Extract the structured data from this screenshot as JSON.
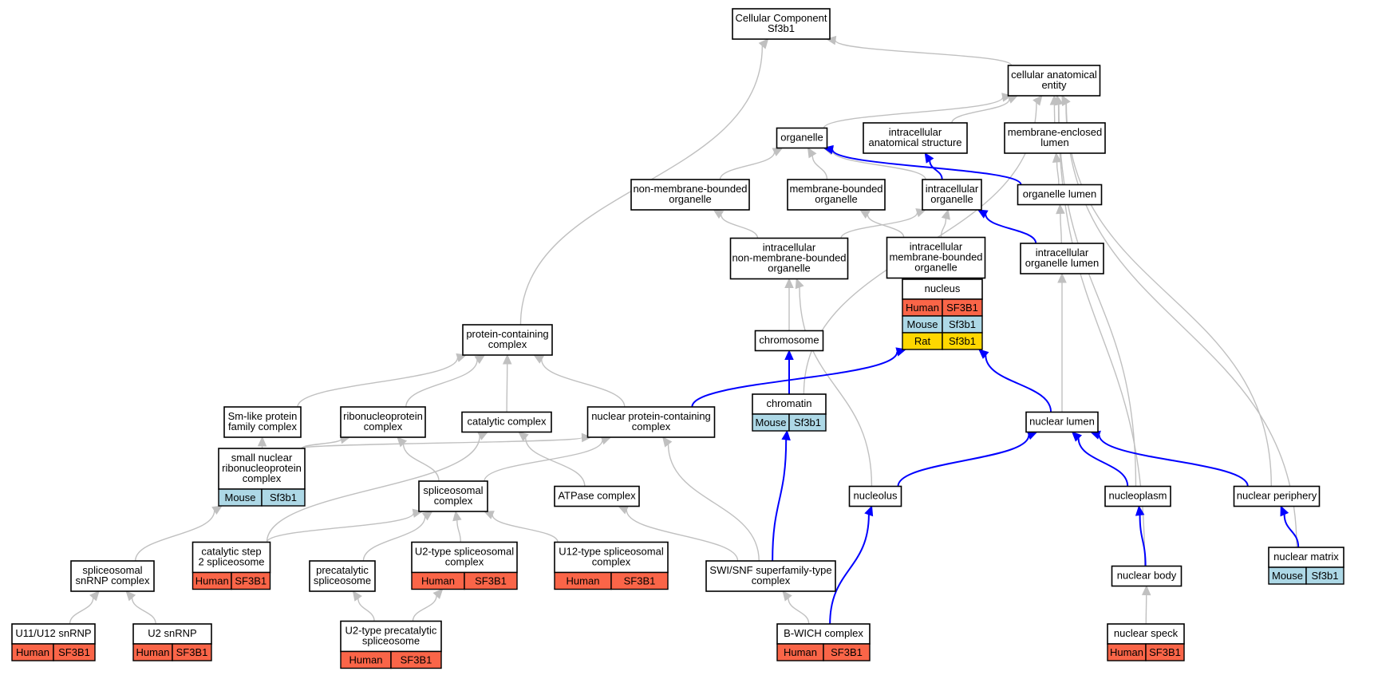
{
  "colors": {
    "Human": "#fa6548",
    "Mouse": "#add8e6",
    "Rat": "#ffd700",
    "edge_gray": "#c0c0c0",
    "edge_blue": "#0000ff"
  },
  "nodes": [
    {
      "id": "root",
      "lines": [
        "Cellular Component",
        "Sf3b1"
      ]
    },
    {
      "id": "cae",
      "lines": [
        "cellular anatomical",
        "entity"
      ]
    },
    {
      "id": "organelle",
      "lines": [
        "organelle"
      ]
    },
    {
      "id": "ias",
      "lines": [
        "intracellular",
        "anatomical structure"
      ]
    },
    {
      "id": "mel",
      "lines": [
        "membrane-enclosed",
        "lumen"
      ]
    },
    {
      "id": "nmbo",
      "lines": [
        "non-membrane-bounded",
        "organelle"
      ]
    },
    {
      "id": "mbo",
      "lines": [
        "membrane-bounded",
        "organelle"
      ]
    },
    {
      "id": "io",
      "lines": [
        "intracellular",
        "organelle"
      ]
    },
    {
      "id": "ol",
      "lines": [
        "organelle lumen"
      ]
    },
    {
      "id": "inmbo",
      "lines": [
        "intracellular",
        "non-membrane-bounded",
        "organelle"
      ]
    },
    {
      "id": "imbo",
      "lines": [
        "intracellular",
        "membrane-bounded",
        "organelle"
      ]
    },
    {
      "id": "iol",
      "lines": [
        "intracellular",
        "organelle lumen"
      ]
    },
    {
      "id": "nucleus",
      "lines": [
        "nucleus"
      ],
      "genes": [
        [
          "Human",
          "SF3B1"
        ],
        [
          "Mouse",
          "Sf3b1"
        ],
        [
          "Rat",
          "Sf3b1"
        ]
      ]
    },
    {
      "id": "chromosome",
      "lines": [
        "chromosome"
      ]
    },
    {
      "id": "pcc",
      "lines": [
        "protein-containing",
        "complex"
      ]
    },
    {
      "id": "slp",
      "lines": [
        "Sm-like protein",
        "family complex"
      ]
    },
    {
      "id": "rnp",
      "lines": [
        "ribonucleoprotein",
        "complex"
      ]
    },
    {
      "id": "cat",
      "lines": [
        "catalytic complex"
      ]
    },
    {
      "id": "npcc",
      "lines": [
        "nuclear protein-containing",
        "complex"
      ]
    },
    {
      "id": "chromatin",
      "lines": [
        "chromatin"
      ],
      "genes": [
        [
          "Mouse",
          "Sf3b1"
        ]
      ]
    },
    {
      "id": "nlumen",
      "lines": [
        "nuclear lumen"
      ]
    },
    {
      "id": "snrnp",
      "lines": [
        "small nuclear",
        "ribonucleoprotein",
        "complex"
      ],
      "genes": [
        [
          "Mouse",
          "Sf3b1"
        ]
      ]
    },
    {
      "id": "splc",
      "lines": [
        "spliceosomal",
        "complex"
      ]
    },
    {
      "id": "atpase",
      "lines": [
        "ATPase complex"
      ]
    },
    {
      "id": "nucleolus",
      "lines": [
        "nucleolus"
      ]
    },
    {
      "id": "nucleoplasm",
      "lines": [
        "nucleoplasm"
      ]
    },
    {
      "id": "nperiph",
      "lines": [
        "nuclear periphery"
      ]
    },
    {
      "id": "ssnrnp",
      "lines": [
        "spliceosomal",
        "snRNP complex"
      ]
    },
    {
      "id": "cs2",
      "lines": [
        "catalytic step",
        "2 spliceosome"
      ],
      "genes": [
        [
          "Human",
          "SF3B1"
        ]
      ]
    },
    {
      "id": "precat",
      "lines": [
        "precatalytic",
        "spliceosome"
      ]
    },
    {
      "id": "u2t",
      "lines": [
        "U2-type spliceosomal",
        "complex"
      ],
      "genes": [
        [
          "Human",
          "SF3B1"
        ]
      ]
    },
    {
      "id": "u12t",
      "lines": [
        "U12-type spliceosomal",
        "complex"
      ],
      "genes": [
        [
          "Human",
          "SF3B1"
        ]
      ]
    },
    {
      "id": "swisnf",
      "lines": [
        "SWI/SNF superfamily-type",
        "complex"
      ]
    },
    {
      "id": "nbody",
      "lines": [
        "nuclear body"
      ]
    },
    {
      "id": "nmatrix",
      "lines": [
        "nuclear matrix"
      ],
      "genes": [
        [
          "Mouse",
          "Sf3b1"
        ]
      ]
    },
    {
      "id": "u1112",
      "lines": [
        "U11/U12 snRNP"
      ],
      "genes": [
        [
          "Human",
          "SF3B1"
        ]
      ]
    },
    {
      "id": "u2snrnp",
      "lines": [
        "U2 snRNP"
      ],
      "genes": [
        [
          "Human",
          "SF3B1"
        ]
      ]
    },
    {
      "id": "u2pre",
      "lines": [
        "U2-type precatalytic",
        "spliceosome"
      ],
      "genes": [
        [
          "Human",
          "SF3B1"
        ]
      ]
    },
    {
      "id": "bwich",
      "lines": [
        "B-WICH complex"
      ],
      "genes": [
        [
          "Human",
          "SF3B1"
        ]
      ]
    },
    {
      "id": "nspeck",
      "lines": [
        "nuclear speck"
      ],
      "genes": [
        [
          "Human",
          "SF3B1"
        ]
      ]
    }
  ],
  "edges": [
    {
      "from": "cae",
      "to": "root",
      "kind": "is_a"
    },
    {
      "from": "pcc",
      "to": "root",
      "kind": "is_a"
    },
    {
      "from": "organelle",
      "to": "cae",
      "kind": "is_a"
    },
    {
      "from": "ias",
      "to": "cae",
      "kind": "is_a"
    },
    {
      "from": "mel",
      "to": "cae",
      "kind": "is_a"
    },
    {
      "from": "chromatin",
      "to": "cae",
      "kind": "is_a"
    },
    {
      "from": "nucleoplasm",
      "to": "cae",
      "kind": "is_a"
    },
    {
      "from": "nbody",
      "to": "cae",
      "kind": "is_a"
    },
    {
      "from": "nperiph",
      "to": "cae",
      "kind": "is_a"
    },
    {
      "from": "nmatrix",
      "to": "cae",
      "kind": "is_a"
    },
    {
      "from": "nmbo",
      "to": "organelle",
      "kind": "is_a"
    },
    {
      "from": "mbo",
      "to": "organelle",
      "kind": "is_a"
    },
    {
      "from": "io",
      "to": "organelle",
      "kind": "is_a"
    },
    {
      "from": "ol",
      "to": "organelle",
      "kind": "part_of"
    },
    {
      "from": "io",
      "to": "ias",
      "kind": "part_of"
    },
    {
      "from": "ol",
      "to": "mel",
      "kind": "is_a"
    },
    {
      "from": "inmbo",
      "to": "nmbo",
      "kind": "is_a"
    },
    {
      "from": "inmbo",
      "to": "io",
      "kind": "is_a"
    },
    {
      "from": "imbo",
      "to": "mbo",
      "kind": "is_a"
    },
    {
      "from": "imbo",
      "to": "io",
      "kind": "is_a"
    },
    {
      "from": "iol",
      "to": "ol",
      "kind": "is_a"
    },
    {
      "from": "iol",
      "to": "io",
      "kind": "part_of"
    },
    {
      "from": "nucleus",
      "to": "imbo",
      "kind": "is_a"
    },
    {
      "from": "chromosome",
      "to": "inmbo",
      "kind": "is_a"
    },
    {
      "from": "nucleolus",
      "to": "inmbo",
      "kind": "is_a"
    },
    {
      "from": "nlumen",
      "to": "iol",
      "kind": "is_a"
    },
    {
      "from": "chromatin",
      "to": "chromosome",
      "kind": "part_of"
    },
    {
      "from": "nlumen",
      "to": "nucleus",
      "kind": "part_of"
    },
    {
      "from": "npcc",
      "to": "nucleus",
      "kind": "part_of"
    },
    {
      "from": "slp",
      "to": "pcc",
      "kind": "is_a"
    },
    {
      "from": "rnp",
      "to": "pcc",
      "kind": "is_a"
    },
    {
      "from": "cat",
      "to": "pcc",
      "kind": "is_a"
    },
    {
      "from": "npcc",
      "to": "pcc",
      "kind": "is_a"
    },
    {
      "from": "snrnp",
      "to": "slp",
      "kind": "is_a"
    },
    {
      "from": "snrnp",
      "to": "rnp",
      "kind": "is_a"
    },
    {
      "from": "splc",
      "to": "rnp",
      "kind": "is_a"
    },
    {
      "from": "snrnp",
      "to": "npcc",
      "kind": "is_a"
    },
    {
      "from": "splc",
      "to": "npcc",
      "kind": "is_a"
    },
    {
      "from": "cs2",
      "to": "cat",
      "kind": "is_a"
    },
    {
      "from": "atpase",
      "to": "cat",
      "kind": "is_a"
    },
    {
      "from": "swisnf",
      "to": "npcc",
      "kind": "is_a"
    },
    {
      "from": "swisnf",
      "to": "atpase",
      "kind": "is_a"
    },
    {
      "from": "swisnf",
      "to": "chromatin",
      "kind": "part_of"
    },
    {
      "from": "nucleolus",
      "to": "nlumen",
      "kind": "part_of"
    },
    {
      "from": "nucleoplasm",
      "to": "nlumen",
      "kind": "part_of"
    },
    {
      "from": "nperiph",
      "to": "nlumen",
      "kind": "part_of"
    },
    {
      "from": "ssnrnp",
      "to": "snrnp",
      "kind": "is_a"
    },
    {
      "from": "cs2",
      "to": "splc",
      "kind": "is_a"
    },
    {
      "from": "precat",
      "to": "splc",
      "kind": "is_a"
    },
    {
      "from": "u2t",
      "to": "splc",
      "kind": "is_a"
    },
    {
      "from": "u12t",
      "to": "splc",
      "kind": "is_a"
    },
    {
      "from": "nbody",
      "to": "nucleoplasm",
      "kind": "part_of"
    },
    {
      "from": "nmatrix",
      "to": "nperiph",
      "kind": "part_of"
    },
    {
      "from": "u1112",
      "to": "ssnrnp",
      "kind": "is_a"
    },
    {
      "from": "u2snrnp",
      "to": "ssnrnp",
      "kind": "is_a"
    },
    {
      "from": "u2pre",
      "to": "precat",
      "kind": "is_a"
    },
    {
      "from": "u2pre",
      "to": "u2t",
      "kind": "is_a"
    },
    {
      "from": "bwich",
      "to": "swisnf",
      "kind": "is_a"
    },
    {
      "from": "bwich",
      "to": "nucleolus",
      "kind": "part_of"
    },
    {
      "from": "nspeck",
      "to": "nbody",
      "kind": "is_a"
    }
  ]
}
